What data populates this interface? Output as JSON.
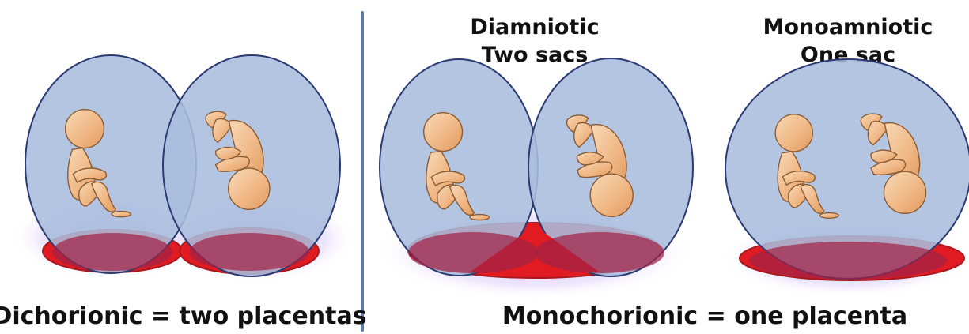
{
  "panels": {
    "dichorionic": {
      "caption": "Dichorionic = two placentas"
    },
    "monochorionic": {
      "caption": "Monochorionic =  one placenta",
      "diamniotic": {
        "title_line1": "Diamniotic",
        "title_line2": "Two sacs"
      },
      "monoamniotic": {
        "title_line1": "Monoamniotic",
        "title_line2": "One sac"
      }
    }
  },
  "colors": {
    "sac_fill": "#a9bddd",
    "sac_stroke": "#2b3a73",
    "placenta": "#e21b22",
    "placenta_dark": "#a12345",
    "fetus_light": "#f6d1a8",
    "fetus_mid": "#e9aa72",
    "fetus_stroke": "#8a5a32",
    "glow": "#c5b7ec",
    "divider": "#5d79a7"
  }
}
